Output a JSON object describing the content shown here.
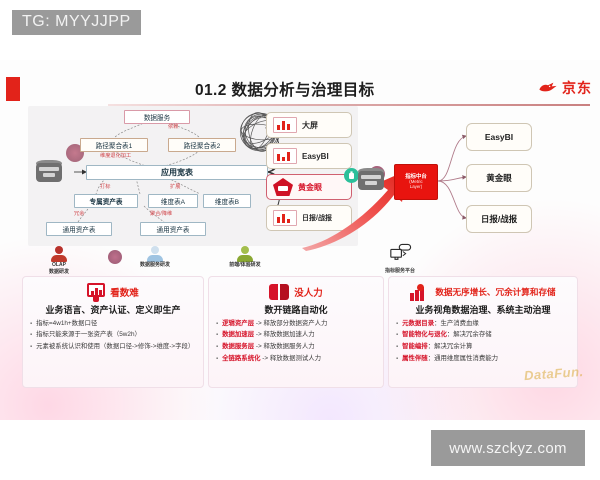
{
  "watermarks": {
    "tg": "TG: MYYJJPP",
    "site": "www.szckyz.com",
    "datafun": "DataFun."
  },
  "header": {
    "title": "01.2 数据分析与治理目标",
    "brand": "京东",
    "brand_icon": "jd-dog-icon"
  },
  "diagram": {
    "source_db_icon": "database-icon",
    "nodes": {
      "data_service": "数据服务",
      "route_agg_1": "路径聚合表1",
      "route_agg_2": "路径聚合表2",
      "app_wide_table": "应用宽表",
      "dedicated_asset": "专属资产表",
      "dim_a": "维度表A",
      "dim_b": "维度表B",
      "common_asset_1": "通用资产表",
      "common_asset_2": "通用资产表"
    },
    "edge_labels": {
      "e1": "依赖",
      "e2": "维度退化加工",
      "e3": "打标",
      "e4": "扩展",
      "e5": "冗余",
      "e6": "聚合/降维"
    },
    "scribble_icon": "tangled-scribble-icon",
    "outputs": [
      {
        "label": "大屏",
        "icon": "chart-thumbnail-icon",
        "highlight": false
      },
      {
        "label": "EasyBI",
        "icon": "chart-thumbnail-icon",
        "highlight": false
      },
      {
        "label": "黄金眼",
        "icon": "pentagon-shield-icon",
        "highlight": true
      },
      {
        "label": "日报/战报",
        "icon": "chart-thumbnail-icon",
        "highlight": false
      }
    ],
    "badges": {
      "lock": "lock-badge-icon",
      "seal": "seal-badge-icon"
    },
    "people": [
      {
        "label": "OLAP\n数据研发",
        "color": "#c0392b"
      },
      {
        "label": "数据服务研发",
        "color": "#9fc4e2"
      },
      {
        "label": "前端/体验研发",
        "color": "#8aa832"
      }
    ],
    "people_labels": {
      "p1_a": "OLAP",
      "p1_b": "数据研发",
      "p2": "数据服务研发",
      "p3": "前端/体验研发"
    },
    "seal_middle_icon": "seal-stamp-icon"
  },
  "target": {
    "source_db_icon": "database-icon",
    "metric_platform": {
      "line1": "指标中台",
      "line2": "(Metric",
      "line3": "Layer)"
    },
    "outputs": [
      "EasyBI",
      "黄金眼",
      "日报/战报"
    ],
    "service_platform": {
      "icon": "cloud-monitor-icon",
      "label": "指标服务平台"
    },
    "arrow_icon": "big-red-arrow-icon"
  },
  "panels": [
    {
      "icon": "screen-alert-icon",
      "title": "看数难",
      "subtitle": "业务语言、资产认证、定义即生产",
      "bullets": [
        {
          "strong": "",
          "text": "指标=4w1h+数据口径"
        },
        {
          "strong": "",
          "text": "指标只能来源于一张资产表（5w2h）"
        },
        {
          "strong": "",
          "text": "元素被系统认识和使用（数据口径->修饰->维度->字段）"
        }
      ]
    },
    {
      "icon": "open-book-icon",
      "title": "没人力",
      "subtitle": "数开链路自动化",
      "bullets": [
        {
          "strong": "逻辑资产层",
          "text": " -> 释放部分数据资产人力"
        },
        {
          "strong": "数据加速层",
          "text": " -> 释放数据加速人力"
        },
        {
          "strong": "数据服务层",
          "text": " -> 释放数据服务人力"
        },
        {
          "strong": "全链路系统化",
          "text": " -> 释放数据测试人力"
        }
      ]
    },
    {
      "icon": "growth-bars-icon",
      "title": "数据无序增长、冗余计算和存储",
      "subtitle": "业务视角数据治理、系统主动治理",
      "bullets": [
        {
          "strong": "元数据目录",
          "text": "：生产消费血缘"
        },
        {
          "strong": "智能物化与退化",
          "text": "：解决冗余存储"
        },
        {
          "strong": "智能编排",
          "text": "：解决冗余计算"
        },
        {
          "strong": "属性伴随",
          "text": "：通用维度属性消费能力"
        }
      ]
    }
  ],
  "colors": {
    "brand_red": "#e2231a",
    "accent_red": "#d6142a",
    "metric_red": "#e8140f",
    "panel_bg": "#fdf4f8",
    "diagram_bg": "#f3f2f3",
    "watermark_gray": "#9a9a9a"
  }
}
